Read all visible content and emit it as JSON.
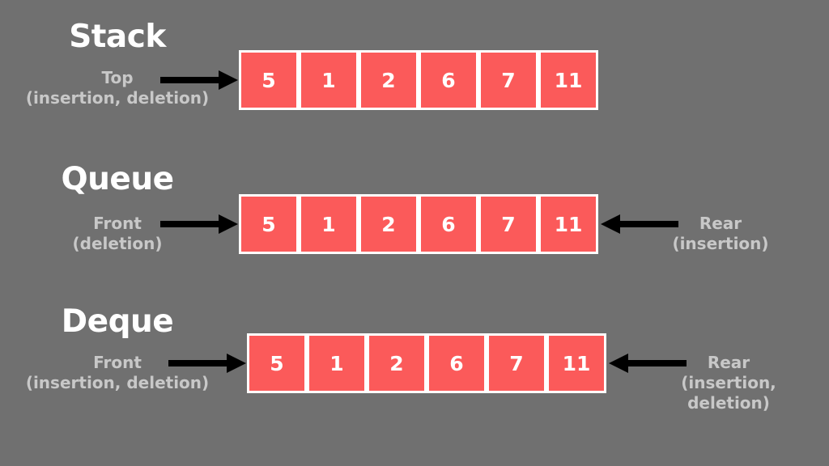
{
  "background_color": "#707070",
  "cell_color": "#fb5a5a",
  "cell_border_color": "#ffffff",
  "title_color": "#ffffff",
  "label_color": "#c8c8c8",
  "arrow_color": "#000000",
  "values": [
    "5",
    "1",
    "2",
    "6",
    "7",
    "11"
  ],
  "rows": [
    {
      "id": "stack",
      "title": "Stack",
      "left_label": "Top",
      "left_sub": "(insertion, deletion)",
      "left_arrow": "arrow-right-icon",
      "right_label": "",
      "right_sub": "",
      "right_sub2": "",
      "has_right_arrow": false,
      "cells": [
        "5",
        "1",
        "2",
        "6",
        "7",
        "11"
      ]
    },
    {
      "id": "queue",
      "title": "Queue",
      "left_label": "Front",
      "left_sub": "(deletion)",
      "left_arrow": "arrow-right-icon",
      "right_label": "Rear",
      "right_sub": "(insertion)",
      "right_sub2": "",
      "has_right_arrow": true,
      "right_arrow": "arrow-left-icon",
      "cells": [
        "5",
        "1",
        "2",
        "6",
        "7",
        "11"
      ]
    },
    {
      "id": "deque",
      "title": "Deque",
      "left_label": "Front",
      "left_sub": "(insertion, deletion)",
      "left_arrow": "arrow-right-icon",
      "right_label": "Rear",
      "right_sub": "(insertion,",
      "right_sub2": "deletion)",
      "has_right_arrow": true,
      "right_arrow": "arrow-left-icon",
      "cells": [
        "5",
        "1",
        "2",
        "6",
        "7",
        "11"
      ]
    }
  ]
}
